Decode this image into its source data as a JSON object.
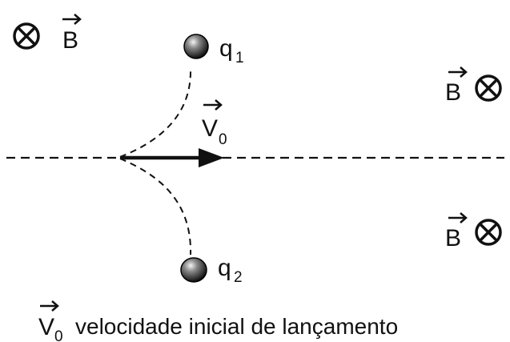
{
  "field_symbol": "B",
  "velocity_symbol": "V",
  "velocity_subscript": "0",
  "particles": [
    {
      "symbol": "q",
      "subscript": "1"
    },
    {
      "symbol": "q",
      "subscript": "2"
    }
  ],
  "caption": {
    "symbol": "V",
    "subscript": "0",
    "text": "velocidade inicial de lançamento"
  },
  "colors": {
    "ink": "#111111",
    "background": "#ffffff"
  },
  "icons": {
    "field_into_page": "circle-cross-icon",
    "particle": "sphere-icon"
  }
}
